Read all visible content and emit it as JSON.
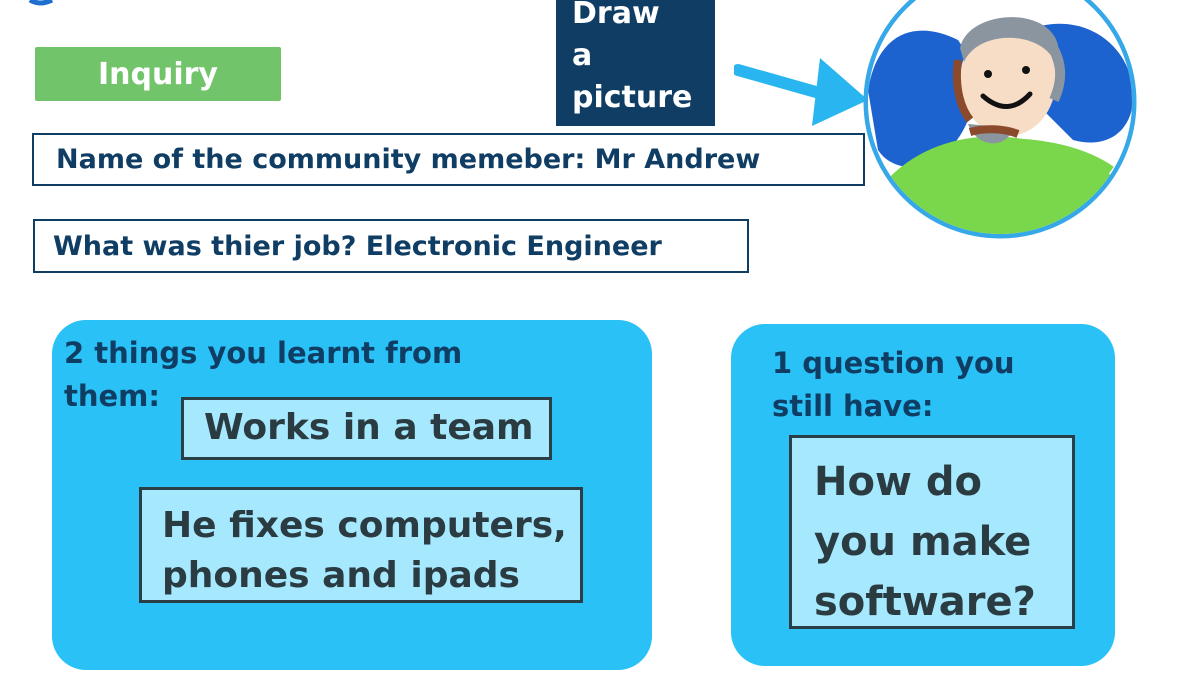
{
  "header": {
    "inquiry_label": "Inquiry",
    "draw_lines": [
      "Draw",
      "a",
      "picture"
    ]
  },
  "fields": {
    "name": "Name of the community memeber: Mr Andrew",
    "job": "What was thier job? Electronic Engineer"
  },
  "learnt": {
    "heading_line1": "2 things you learnt from",
    "heading_line2": "them:",
    "answer1": "Works in a team",
    "answer2_line1": "He fixes computers,",
    "answer2_line2": "phones and ipads"
  },
  "question": {
    "heading_line1": "1 question you",
    "heading_line2": "still have:",
    "answer_line1": "How do",
    "answer_line2": "you make",
    "answer_line3": "software?"
  },
  "colors": {
    "navy": "#0f3d63",
    "green": "#72c46a",
    "panel_blue": "#29c1f6",
    "answer_blue": "#a6e8fd",
    "arrow_blue": "#29b6f0"
  },
  "icons": {
    "arrow": "arrow-right-icon",
    "portrait": "drawn-portrait-icon"
  }
}
